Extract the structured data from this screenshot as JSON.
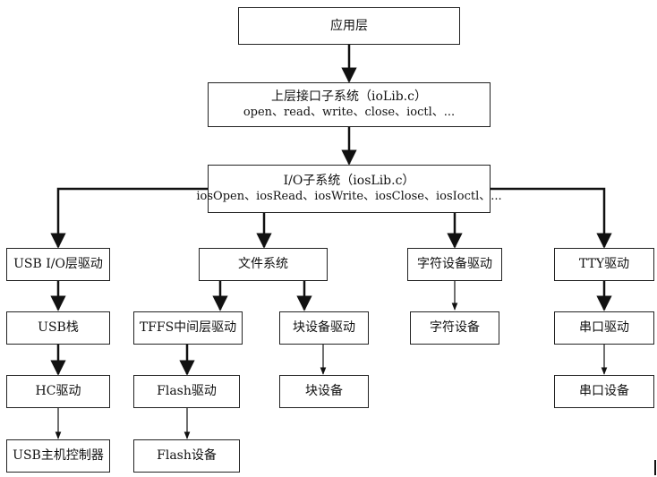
{
  "nodes": {
    "app": {
      "label": "应用层"
    },
    "io_sub": {
      "line1": "上层接口子系统（ioLib.c）",
      "line2": "open、read、write、close、ioctl、..."
    },
    "ios_sub": {
      "line1": "I/O子系统（iosLib.c）",
      "line2": "iosOpen、iosRead、iosWrite、iosClose、iosIoctl、..."
    },
    "usb_io": {
      "label": "USB I/O层驱动"
    },
    "usb_stack": {
      "label": "USB栈"
    },
    "hc_driver": {
      "label": "HC驱动"
    },
    "usb_host": {
      "label": "USB主机控制器"
    },
    "filesystem": {
      "label": "文件系统"
    },
    "tffs": {
      "label": "TFFS中间层驱动"
    },
    "flash_driver": {
      "label": "Flash驱动"
    },
    "flash_device": {
      "label": "Flash设备"
    },
    "block_driver": {
      "label": "块设备驱动"
    },
    "block_device": {
      "label": "块设备"
    },
    "char_driver": {
      "label": "字符设备驱动"
    },
    "char_device": {
      "label": "字符设备"
    },
    "tty_driver": {
      "label": "TTY驱动"
    },
    "serial_driver": {
      "label": "串口驱动"
    },
    "serial_device": {
      "label": "串口设备"
    }
  }
}
